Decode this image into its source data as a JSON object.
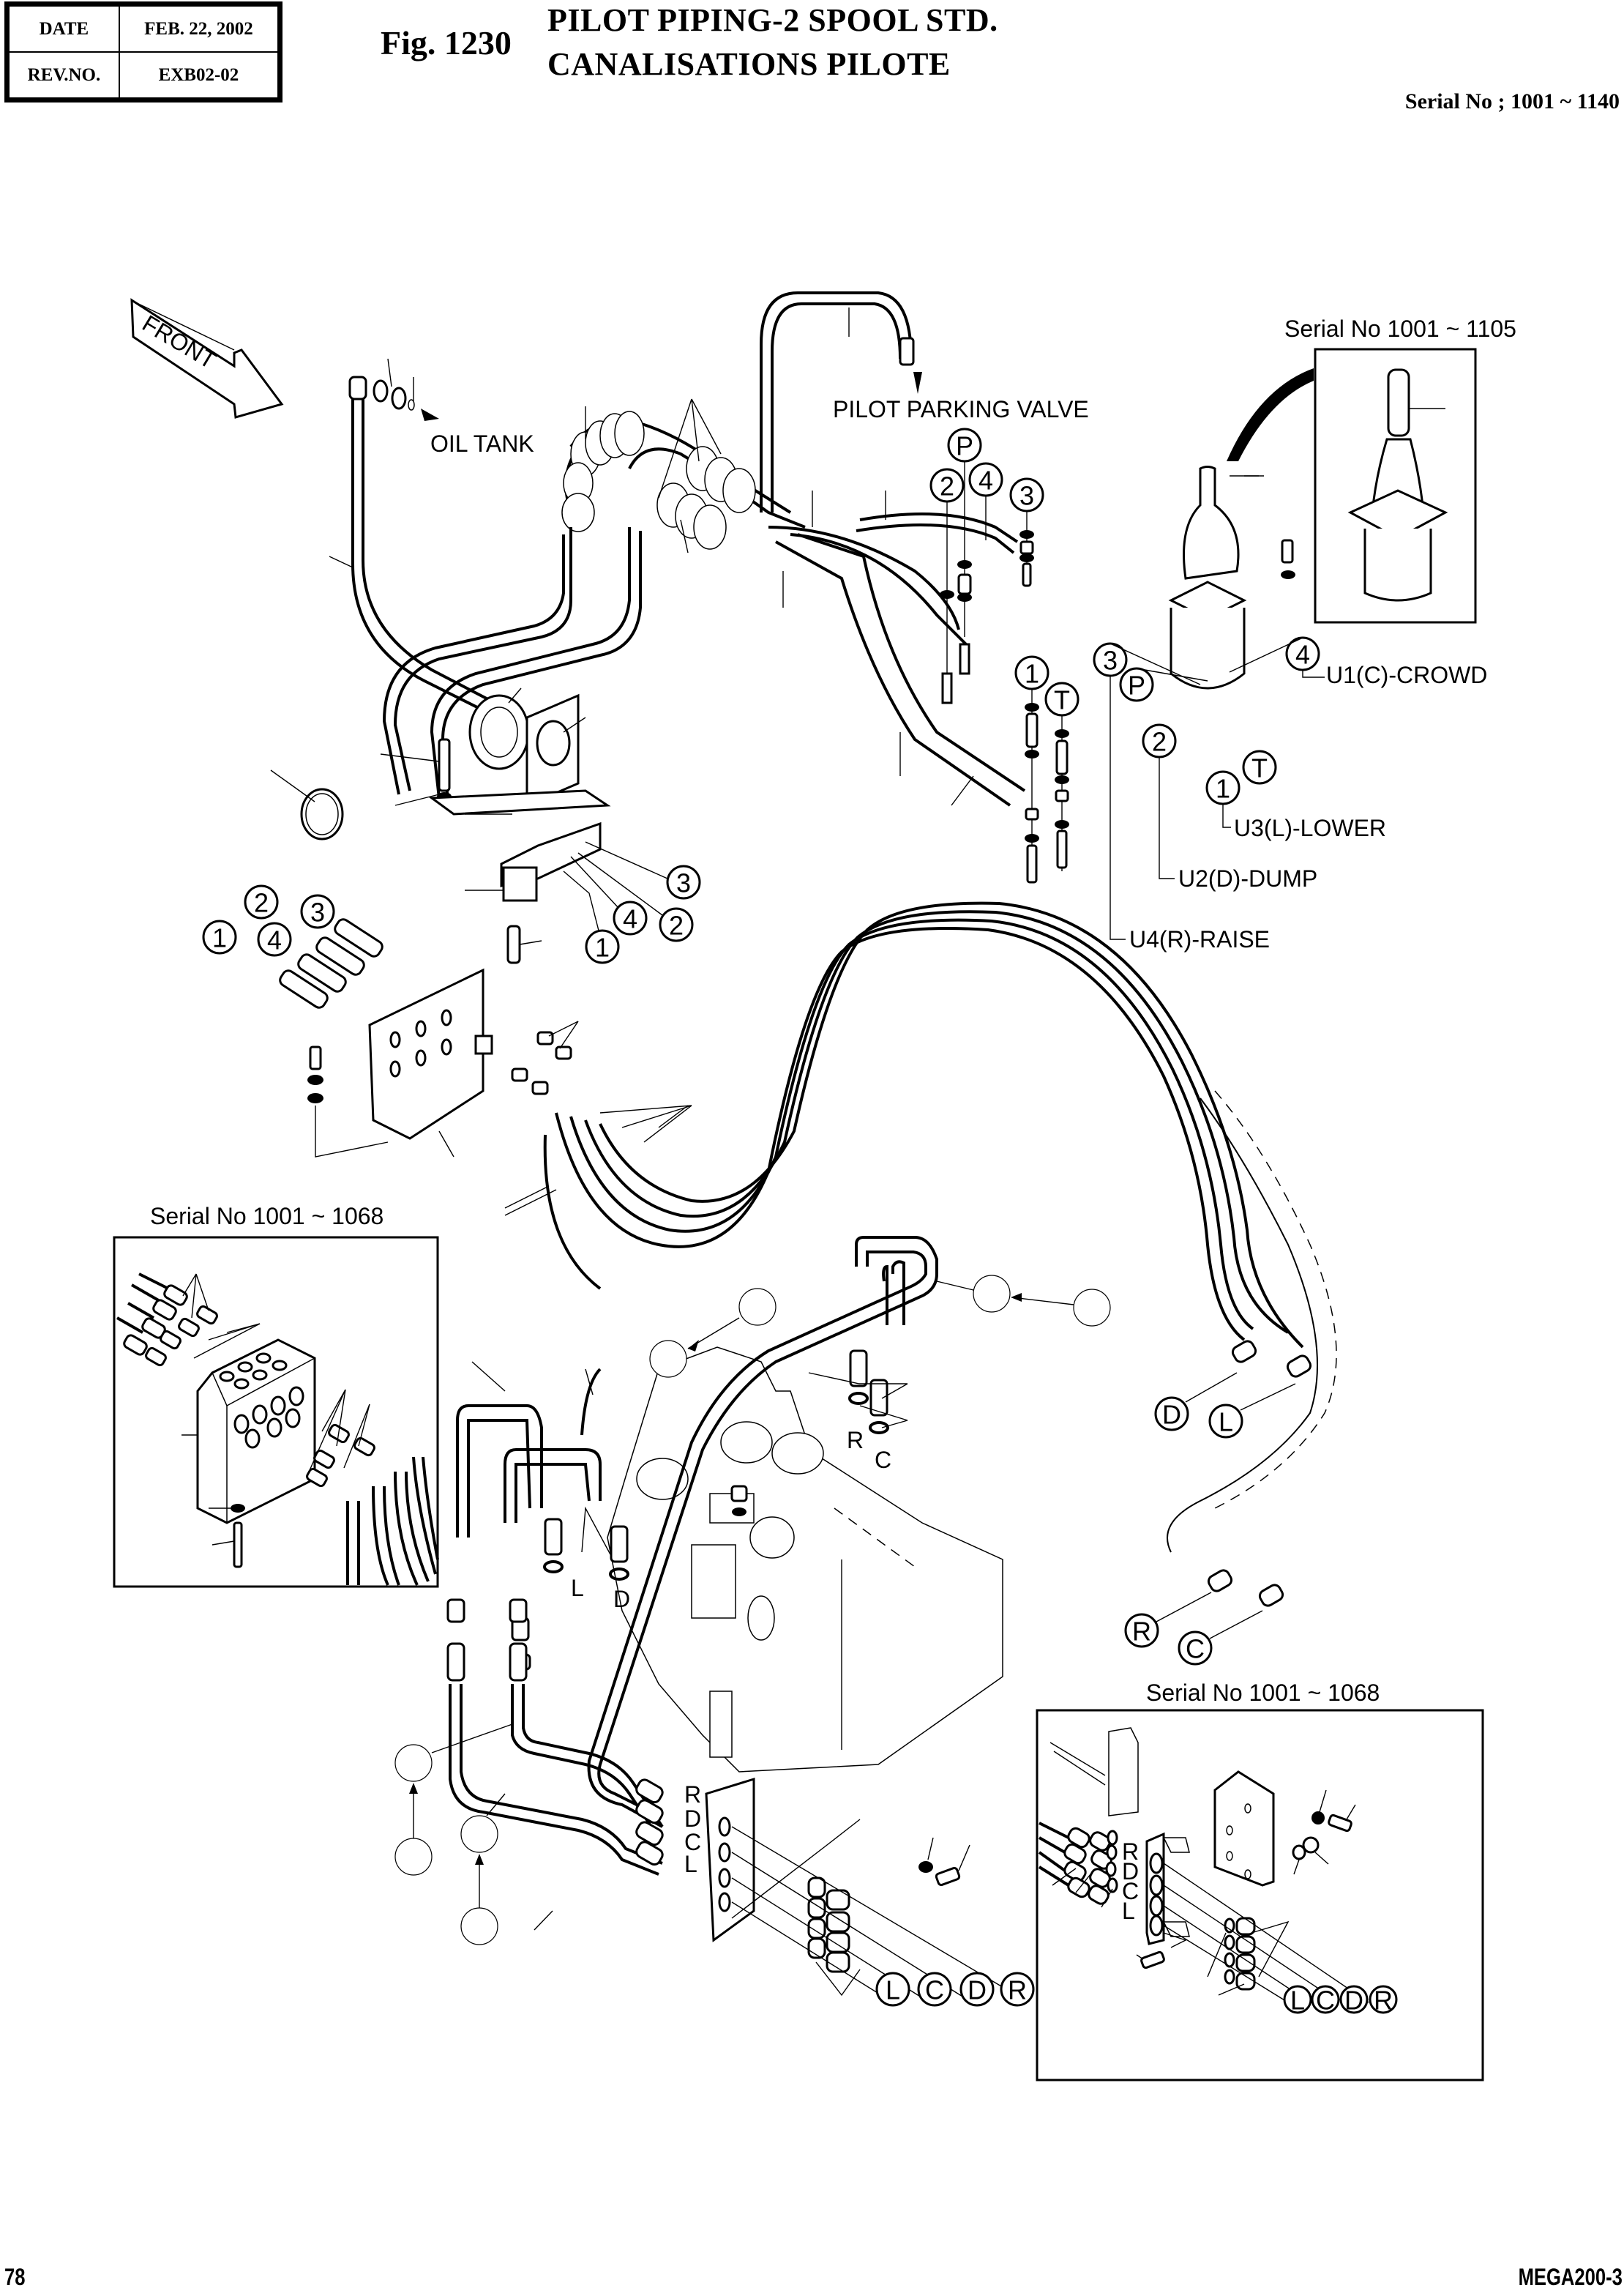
{
  "header": {
    "date_label": "DATE",
    "date_value": "FEB. 22, 2002",
    "rev_label": "REV.NO.",
    "rev_value": "EXB02-02",
    "figure_number": "Fig. 1230",
    "title_en": "PILOT PIPING-2 SPOOL STD.",
    "title_fr": "CANALISATIONS PILOTE",
    "serial_range": "Serial No ; 1001 ~ 1140"
  },
  "labels": {
    "front_arrow": "FRONT",
    "oil_tank": "OIL TANK",
    "pilot_parking_valve": "PILOT PARKING VALVE"
  },
  "joystick_ports": [
    {
      "callout": "4",
      "function": "U1(C)-CROWD"
    },
    {
      "callout": "1",
      "function": "U3(L)-LOWER"
    },
    {
      "callout": "2",
      "function": "U2(D)-DUMP"
    },
    {
      "callout": "3",
      "function": "U4(R)-RAISE"
    }
  ],
  "callouts": {
    "parking_valve": [
      "P",
      "2",
      "4",
      "3",
      "1",
      "T"
    ],
    "joystick": [
      "3",
      "P",
      "2",
      "1",
      "T",
      "4"
    ],
    "manifold_block": [
      "3",
      "4",
      "2",
      "1"
    ],
    "bracket_fittings": [
      "2",
      "3",
      "1",
      "4"
    ],
    "hose_ends_right": [
      "D",
      "L",
      "R",
      "C"
    ],
    "valve_ports": [
      "R",
      "C",
      "L",
      "D"
    ],
    "plate_letters": [
      "R",
      "D",
      "C",
      "L"
    ],
    "bottom_fittings": [
      "L",
      "C",
      "D",
      "R"
    ]
  },
  "insets": [
    {
      "id": "joystick",
      "caption": "Serial No 1001 ~ 1105"
    },
    {
      "id": "junction-block",
      "caption": "Serial No 1001 ~ 1068"
    },
    {
      "id": "plate-bracket",
      "caption": "Serial No 1001 ~ 1068",
      "plate_letters": [
        "R",
        "D",
        "C",
        "L"
      ],
      "callouts": [
        "L",
        "C",
        "D",
        "R"
      ]
    }
  ],
  "footer": {
    "page_number": "78",
    "model": "MEGA200-3"
  }
}
